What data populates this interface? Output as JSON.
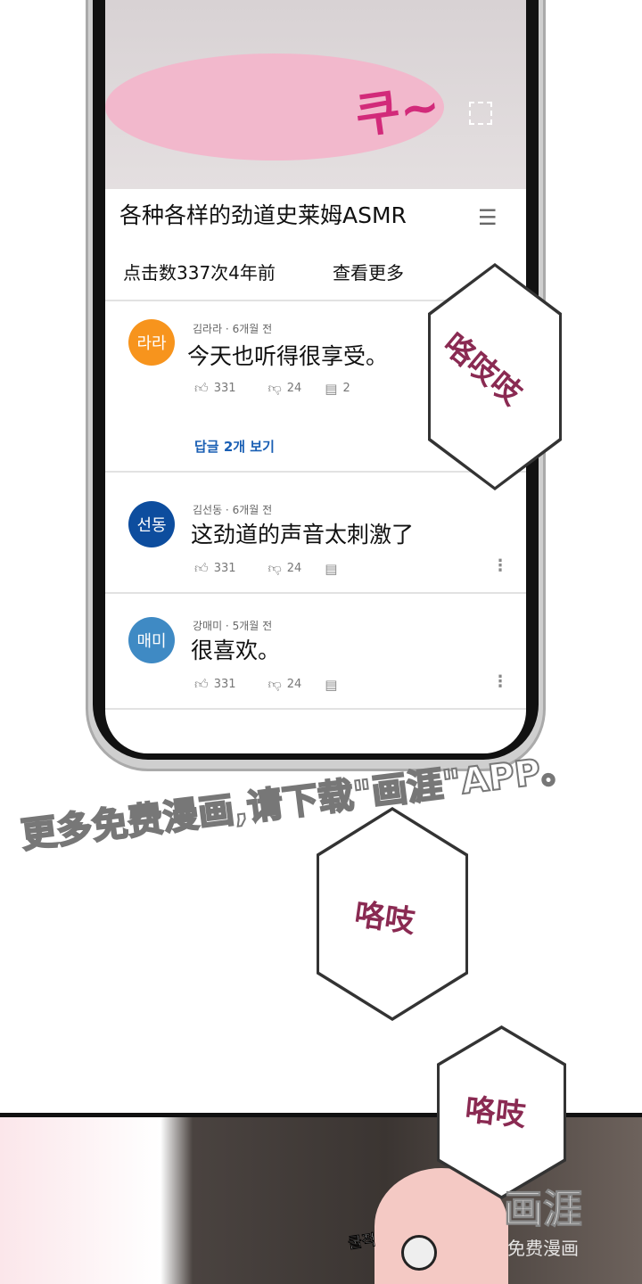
{
  "video": {
    "title": "各种各样的劲道史莱姆ASMR",
    "stats": "点击数337次4年前",
    "more": "查看更多",
    "sfx": "쿠~"
  },
  "comments": [
    {
      "avatar": "라라",
      "color": "#f7941d",
      "meta": "김라라 · 6개월 전",
      "text": "今天也听得很享受。",
      "likes": "331",
      "dislikes": "24",
      "replies_count": "2",
      "replies_link": "답글 2개 보기"
    },
    {
      "avatar": "선동",
      "color": "#0d4d9e",
      "meta": "김선동 · 6개월 전",
      "text": "这劲道的声音太刺激了",
      "likes": "331",
      "dislikes": "24"
    },
    {
      "avatar": "매미",
      "color": "#3f8ac4",
      "meta": "강매미 · 5개월 전",
      "text": "很喜欢。",
      "likes": "331",
      "dislikes": "24"
    }
  ],
  "sfx": {
    "s1": "咯吱吱",
    "s2": "咯吱",
    "s3": "咯吱",
    "s4": "쿨적"
  },
  "watermark": {
    "message": "更多免费漫画,请下载\"画涯\"APP。",
    "logo": "画涯",
    "logo_sub": "免费漫画"
  }
}
